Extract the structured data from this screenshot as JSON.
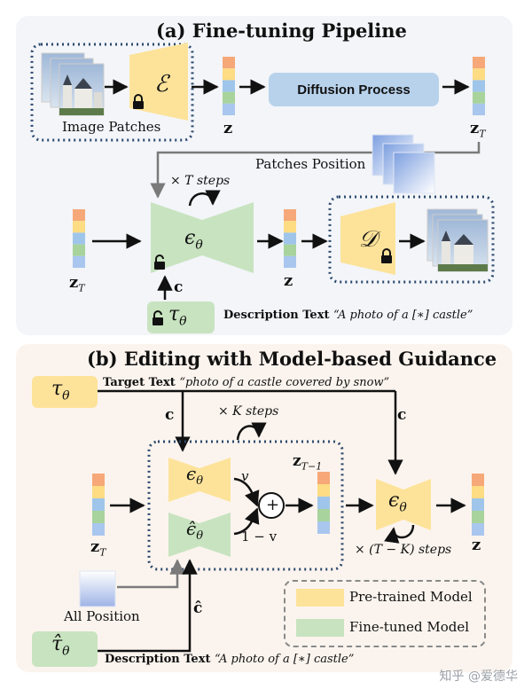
{
  "colors": {
    "pretrained": "#fde39a",
    "finetuned": "#c8e3c0",
    "diffusion": "#b8d2ec",
    "dotted_border": "#2d4a6e",
    "panel_a_bg": "#f3f5f9",
    "panel_b_bg": "#fbf4ee",
    "latent_stack": [
      "#f6a878",
      "#fddc83",
      "#9fc6ea",
      "#a8d39c",
      "#a9c6ee"
    ]
  },
  "panel_a": {
    "title": "(a) Fine-tuning Pipeline",
    "image_patches_label": "Image Patches",
    "encoder_symbol": "ℰ",
    "diffusion_label": "Diffusion Process",
    "z_label": "z",
    "zT_label": "z",
    "zT_sub": "T",
    "patches_position_label": "Patches Position",
    "steps_label": "× T steps",
    "epsilon_label": "ϵ",
    "epsilon_sub": "θ",
    "zT_left_label": "z",
    "zT_left_sub": "T",
    "z_mid_label": "z",
    "decoder_symbol": "𝒟",
    "c_label": "c",
    "tau_label": "τ",
    "tau_sub": "θ",
    "description_label": "Description Text",
    "description_quote": "“A photo of a [∗] castle”"
  },
  "panel_b": {
    "title": "(b) Editing with Model-based Guidance",
    "tau_label": "τ",
    "tau_sub": "θ",
    "target_label": "Target Text",
    "target_quote": "“photo of a castle covered by snow”",
    "c_left": "c",
    "c_right": "c",
    "k_steps": "× K steps",
    "eps_label": "ϵ",
    "eps_sub": "θ",
    "eps_hat_label": "ϵ̂",
    "eps_hat_sub": "θ",
    "v_label": "v",
    "one_minus_v": "1 − v",
    "plus_symbol": "+",
    "zT1_label": "z",
    "zT1_sub": "T−1",
    "zT_label": "z",
    "zT_sub": "T",
    "eps_right_label": "ϵ",
    "eps_right_sub": "θ",
    "tk_steps": "× (T − K) steps",
    "z_out": "z",
    "all_position": "All Position",
    "c_hat": "ĉ",
    "tau_hat_label": "τ̂",
    "tau_hat_sub": "θ",
    "description_label": "Description Text",
    "description_quote": "“A photo of a [∗] castle”",
    "legend": [
      {
        "label": "Pre-trained Model"
      },
      {
        "label": "Fine-tuned Model"
      }
    ]
  },
  "watermark": "知乎 @爱德华"
}
